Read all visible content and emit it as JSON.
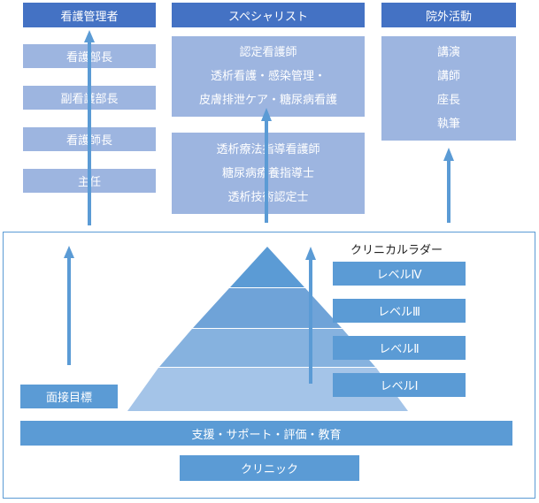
{
  "columns": {
    "nursing_management": {
      "header": "看護管理者",
      "items": [
        "看護部長",
        "副看護部長",
        "看護師長",
        "主任"
      ]
    },
    "specialist": {
      "header": "スペシャリスト",
      "group1": [
        "認定看護師",
        "透析看護・感染管理・",
        "皮膚排泄ケア・糖尿病看護"
      ],
      "group2": [
        "透析療法指導看護師",
        "糖尿病療養指導士",
        "透析技術認定士"
      ]
    },
    "external": {
      "header": "院外活動",
      "items": [
        "講演",
        "講師",
        "座長",
        "執筆"
      ]
    }
  },
  "clinical_ladder": {
    "title": "クリニカルラダー",
    "levels": [
      "レベルⅣ",
      "レベルⅢ",
      "レベルⅡ",
      "レベルⅠ"
    ]
  },
  "interview": "面接目標",
  "support_bar": "支援・サポート・評価・教育",
  "clinic": "クリニック",
  "colors": {
    "header": "#4472c4",
    "panel": "#9db5e0",
    "accent": "#5b9bd5",
    "arrow": "#5b9bd5"
  }
}
